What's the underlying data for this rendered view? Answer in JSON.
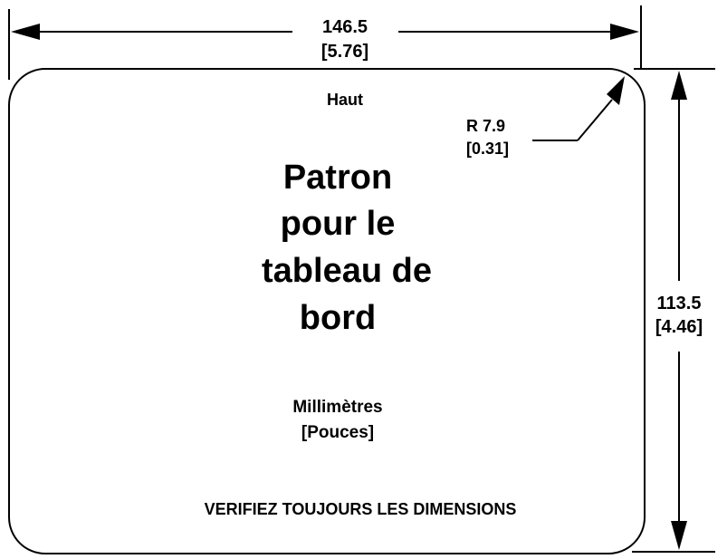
{
  "dimensions": {
    "width_mm": "146.5",
    "width_in": "[5.76]",
    "height_mm": "113.5",
    "height_in": "[4.46]",
    "radius_mm": "R 7.9",
    "radius_in": "[0.31]"
  },
  "template": {
    "top_label": "Haut",
    "title_lines": [
      "Patron",
      "pour le",
      "tableau de",
      "bord"
    ],
    "units_line1": "Millimètres",
    "units_line2": "[Pouces]",
    "warning": "VERIFIEZ TOUJOURS LES DIMENSIONS"
  }
}
